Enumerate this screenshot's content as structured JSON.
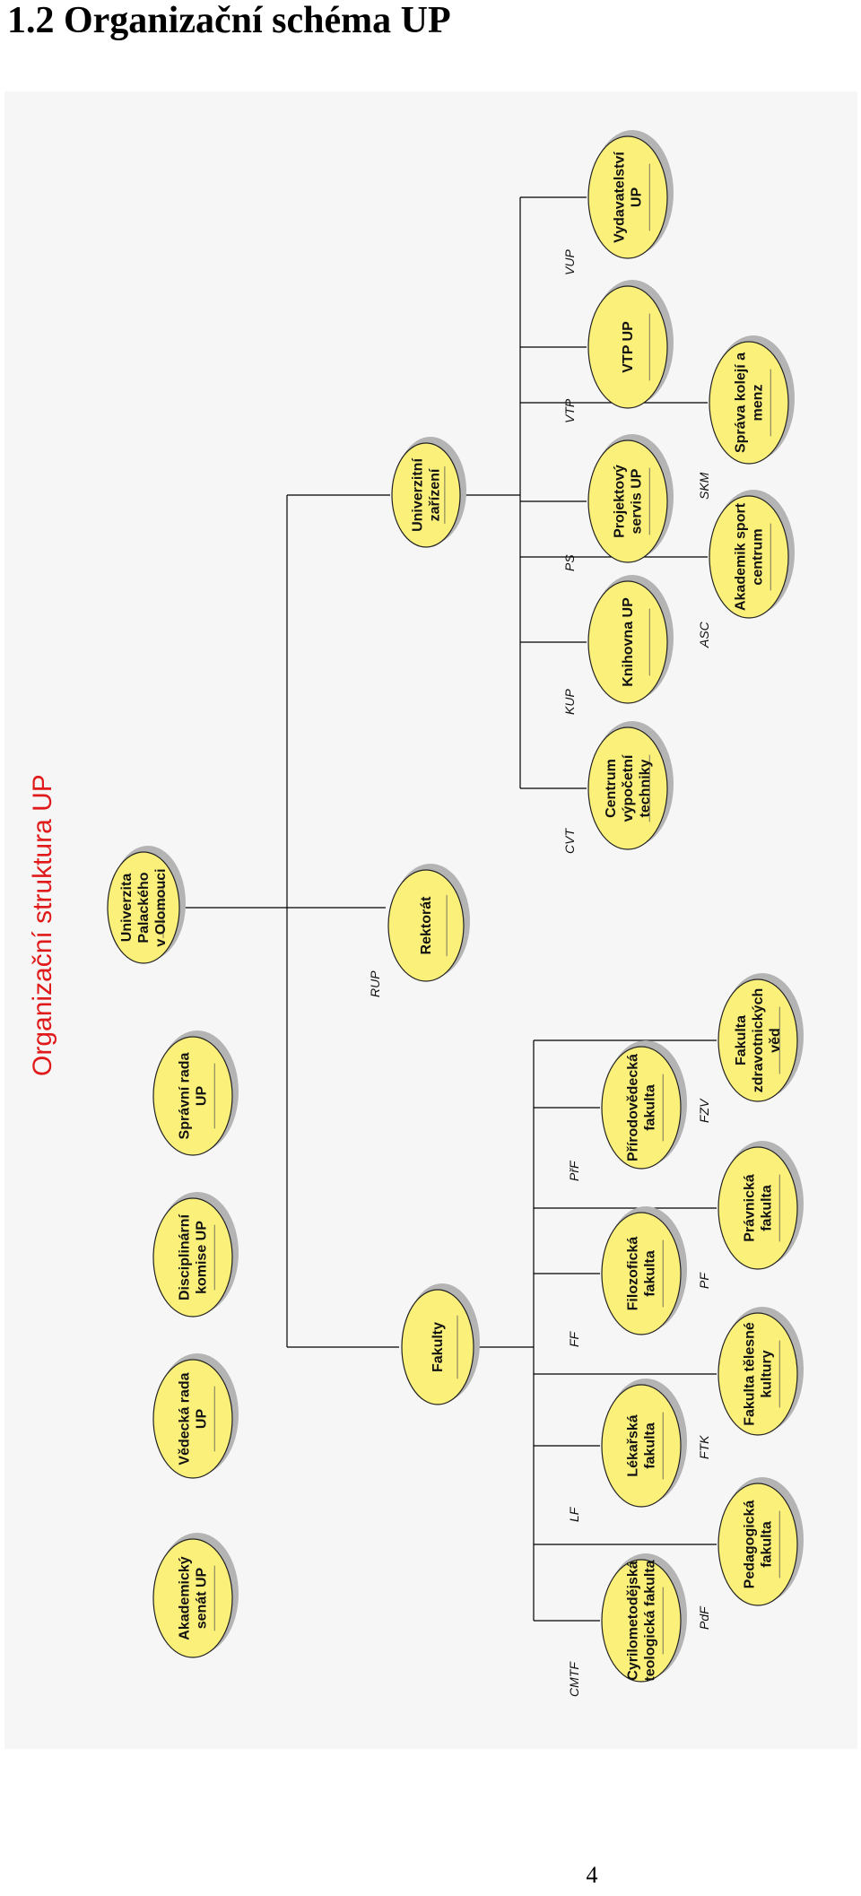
{
  "heading": "1.2 Organizační schéma UP",
  "page_number": "4",
  "diagram": {
    "title": "Organizační struktura UP",
    "node_fill": "#fbf07a",
    "shadow_color": "#b4b4b4",
    "line_color": "#000000",
    "title_color": "#e01a1a",
    "nodes": [
      {
        "id": "senat",
        "lines": [
          "Akademický",
          "senát UP"
        ]
      },
      {
        "id": "vedecka",
        "lines": [
          "Vědecká rada",
          "UP"
        ]
      },
      {
        "id": "disciplinarni",
        "lines": [
          "Disciplinární",
          "komise UP"
        ]
      },
      {
        "id": "spravni",
        "lines": [
          "Správní rada",
          "UP"
        ]
      },
      {
        "id": "univerzita",
        "lines": [
          "Univerzita",
          "Palackého",
          "v Olomouci"
        ]
      },
      {
        "id": "fakulty",
        "lines": [
          "Fakulty"
        ]
      },
      {
        "id": "rektorat",
        "lines": [
          "Rektorát"
        ]
      },
      {
        "id": "zarizeni",
        "lines": [
          "Univerzitní",
          "zařízení"
        ]
      },
      {
        "id": "cmtf",
        "lines": [
          "Cyrilometodějská",
          "teologická fakulta"
        ]
      },
      {
        "id": "lf",
        "lines": [
          "Lékařská",
          "fakulta"
        ]
      },
      {
        "id": "ff",
        "lines": [
          "Filozofická",
          "fakulta"
        ]
      },
      {
        "id": "prf",
        "lines": [
          "Přírodovědecká",
          "fakulta"
        ]
      },
      {
        "id": "pdf",
        "lines": [
          "Pedagogická",
          "fakulta"
        ]
      },
      {
        "id": "ftk",
        "lines": [
          "Fakulta tělesné",
          "kultury"
        ]
      },
      {
        "id": "pf",
        "lines": [
          "Právnická",
          "fakulta"
        ]
      },
      {
        "id": "fzv",
        "lines": [
          "Fakulta",
          "zdravotnických",
          "věd"
        ]
      },
      {
        "id": "cvt",
        "lines": [
          "Centrum",
          "výpočetní",
          "techniky"
        ]
      },
      {
        "id": "kup",
        "lines": [
          "Knihovna UP"
        ]
      },
      {
        "id": "ps",
        "lines": [
          "Projektový",
          "servis UP"
        ]
      },
      {
        "id": "vtp",
        "lines": [
          "VTP UP"
        ]
      },
      {
        "id": "vup",
        "lines": [
          "Vydavatelství",
          "UP"
        ]
      },
      {
        "id": "asc",
        "lines": [
          "Akademik sport",
          "centrum"
        ]
      },
      {
        "id": "skm",
        "lines": [
          "Správa kolejí a",
          "menz"
        ]
      }
    ],
    "edge_labels": [
      "RUP",
      "CMTF",
      "LF",
      "FF",
      "PřF",
      "PdF",
      "FTK",
      "PF",
      "FZV",
      "CVT",
      "KUP",
      "PS",
      "VTP",
      "VUP",
      "ASC",
      "SKM"
    ]
  }
}
